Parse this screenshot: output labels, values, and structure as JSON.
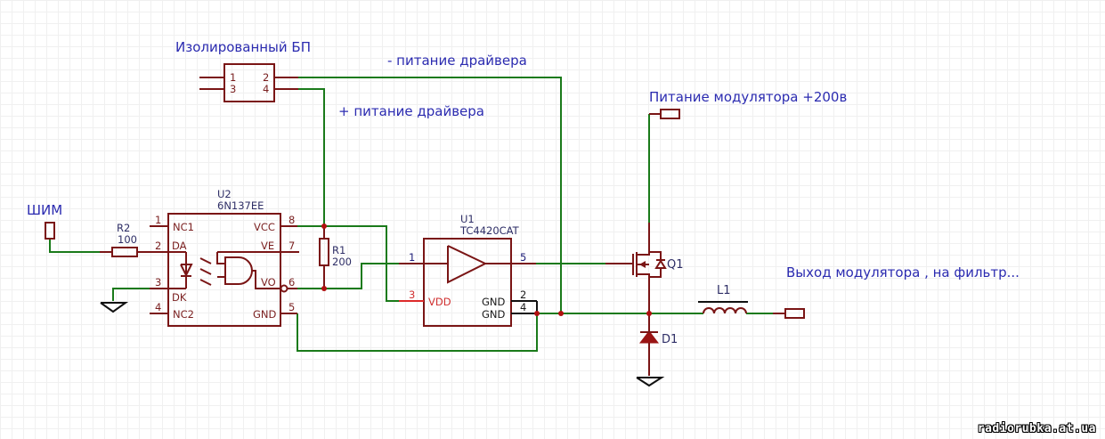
{
  "diagram": {
    "type": "schematic",
    "notes": {
      "isolated_psu": "Изолированный БП",
      "minus_driver_supply": "- питание драйвера",
      "plus_driver_supply": "+ питание драйвера",
      "modulator_supply": "Питание модулятора +200в",
      "pwm_input": "ШИМ",
      "modulator_output": "Выход модулятора , на фильтр..."
    },
    "psu": {
      "pins": [
        "1",
        "3",
        "2",
        "4"
      ]
    },
    "u2": {
      "ref": "U2",
      "value": "6N137EE",
      "left_pins": [
        {
          "num": "1",
          "name": "NC1"
        },
        {
          "num": "2",
          "name": "DA"
        },
        {
          "num": "3",
          "name": "DK"
        },
        {
          "num": "4",
          "name": "NC2"
        }
      ],
      "right_pins": [
        {
          "num": "8",
          "name": "VCC"
        },
        {
          "num": "7",
          "name": "VE"
        },
        {
          "num": "6",
          "name": "VO"
        },
        {
          "num": "5",
          "name": "GND"
        }
      ]
    },
    "r2": {
      "ref": "R2",
      "value": "100"
    },
    "r1": {
      "ref": "R1",
      "value": "200"
    },
    "u1": {
      "ref": "U1",
      "value": "TC4420CAT",
      "pins": [
        {
          "num": "1",
          "name": ""
        },
        {
          "num": "3",
          "name": "VDD"
        },
        {
          "num": "5",
          "name": ""
        },
        {
          "num": "2",
          "name": "GND"
        },
        {
          "num": "4",
          "name": "GND"
        }
      ]
    },
    "q1": {
      "ref": "Q1"
    },
    "d1": {
      "ref": "D1"
    },
    "l1": {
      "ref": "L1"
    },
    "colors": {
      "wire": "#1a7a1a",
      "component": "#7a1515",
      "note_text": "#2b2bb0",
      "junction": "#b01010"
    }
  },
  "watermark": "radiorubka.at.ua"
}
